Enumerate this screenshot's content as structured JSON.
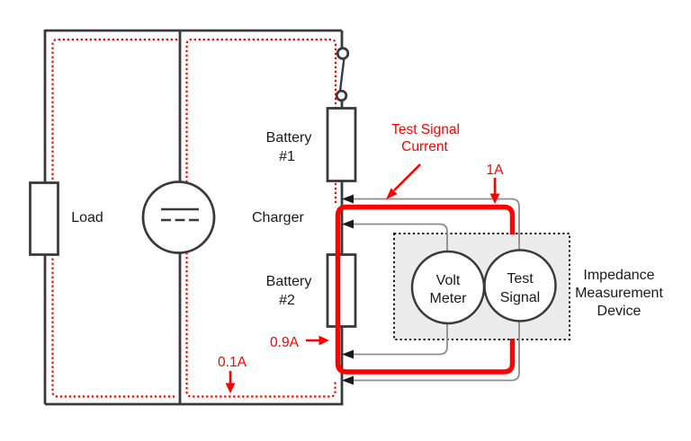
{
  "title": "Battery impedance measurement circuit diagram",
  "colors": {
    "annotation_red": "#ff0000",
    "circuit_wire": "#3a3a3a",
    "device_wire_gray": "#8c8c8c",
    "device_box_fill": "#ececec",
    "arrowhead_black": "#1a1a1a"
  },
  "components": {
    "load": {
      "label": "Load"
    },
    "charger": {
      "label": "Charger"
    },
    "battery1": {
      "line1": "Battery",
      "line2": "#1"
    },
    "battery2": {
      "line1": "Battery",
      "line2": "#2"
    },
    "volt_meter": {
      "line1": "Volt",
      "line2": "Meter"
    },
    "test_signal": {
      "line1": "Test",
      "line2": "Signal"
    },
    "impedance_device": {
      "line1": "Impedance",
      "line2": "Measurement",
      "line3": "Device"
    }
  },
  "annotations": {
    "test_signal_current": {
      "line1": "Test Signal",
      "line2": "Current"
    },
    "top_current": "1A",
    "battery2_current": "0.9A",
    "loop_current": "0.1A"
  }
}
